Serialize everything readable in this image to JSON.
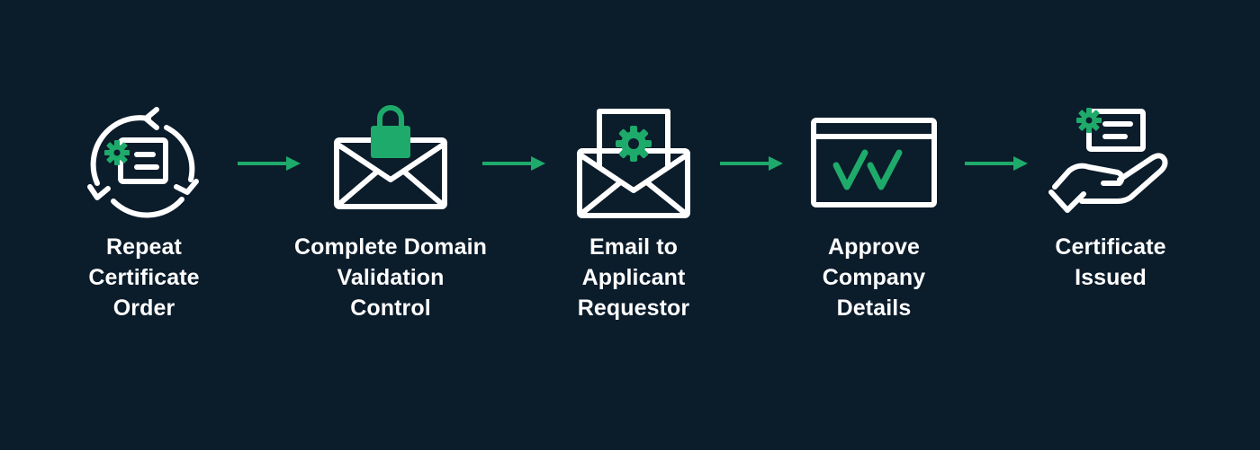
{
  "colors": {
    "background": "#0b1c2b",
    "accent": "#1eaa6a",
    "text": "#ffffff"
  },
  "steps": [
    {
      "icon": "repeat-certificate-icon",
      "label": [
        "Repeat",
        "Certificate",
        "Order"
      ]
    },
    {
      "icon": "locked-envelope-icon",
      "label": [
        "Complete Domain",
        "Validation",
        "Control"
      ]
    },
    {
      "icon": "email-badge-icon",
      "label": [
        "Email to",
        "Applicant",
        "Requestor"
      ]
    },
    {
      "icon": "browser-checkmarks-icon",
      "label": [
        "Approve",
        "Company",
        "Details"
      ]
    },
    {
      "icon": "hand-certificate-icon",
      "label": [
        "Certificate",
        "Issued"
      ]
    }
  ]
}
